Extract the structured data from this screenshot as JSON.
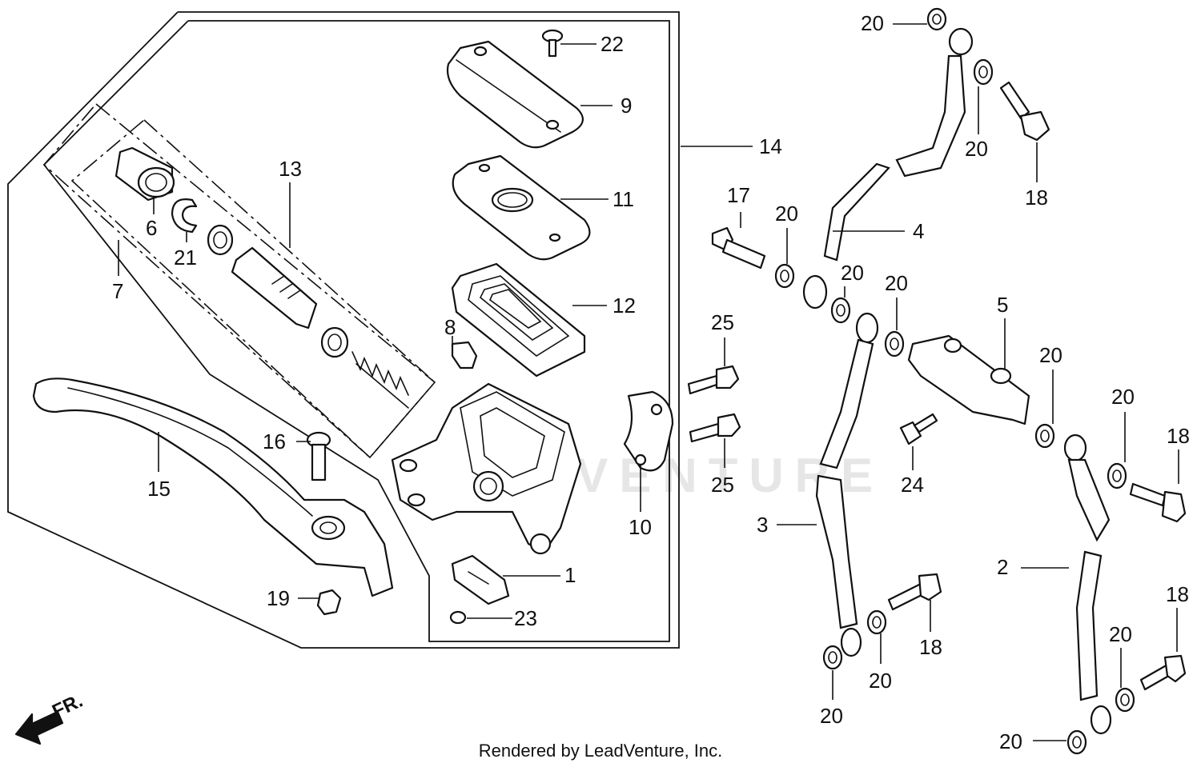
{
  "watermark": "LEADVENTURE",
  "footer": "Rendered by LeadVenture, Inc.",
  "direction_marker": "FR.",
  "callouts": {
    "c1": "1",
    "c2": "2",
    "c3": "3",
    "c4": "4",
    "c5": "5",
    "c6": "6",
    "c7": "7",
    "c8": "8",
    "c9": "9",
    "c10": "10",
    "c11": "11",
    "c12": "12",
    "c13": "13",
    "c14": "14",
    "c15": "15",
    "c16": "16",
    "c17": "17",
    "c18": "18",
    "c19": "19",
    "c20": "20",
    "c21": "21",
    "c22": "22",
    "c23": "23",
    "c24": "24",
    "c25": "25"
  }
}
